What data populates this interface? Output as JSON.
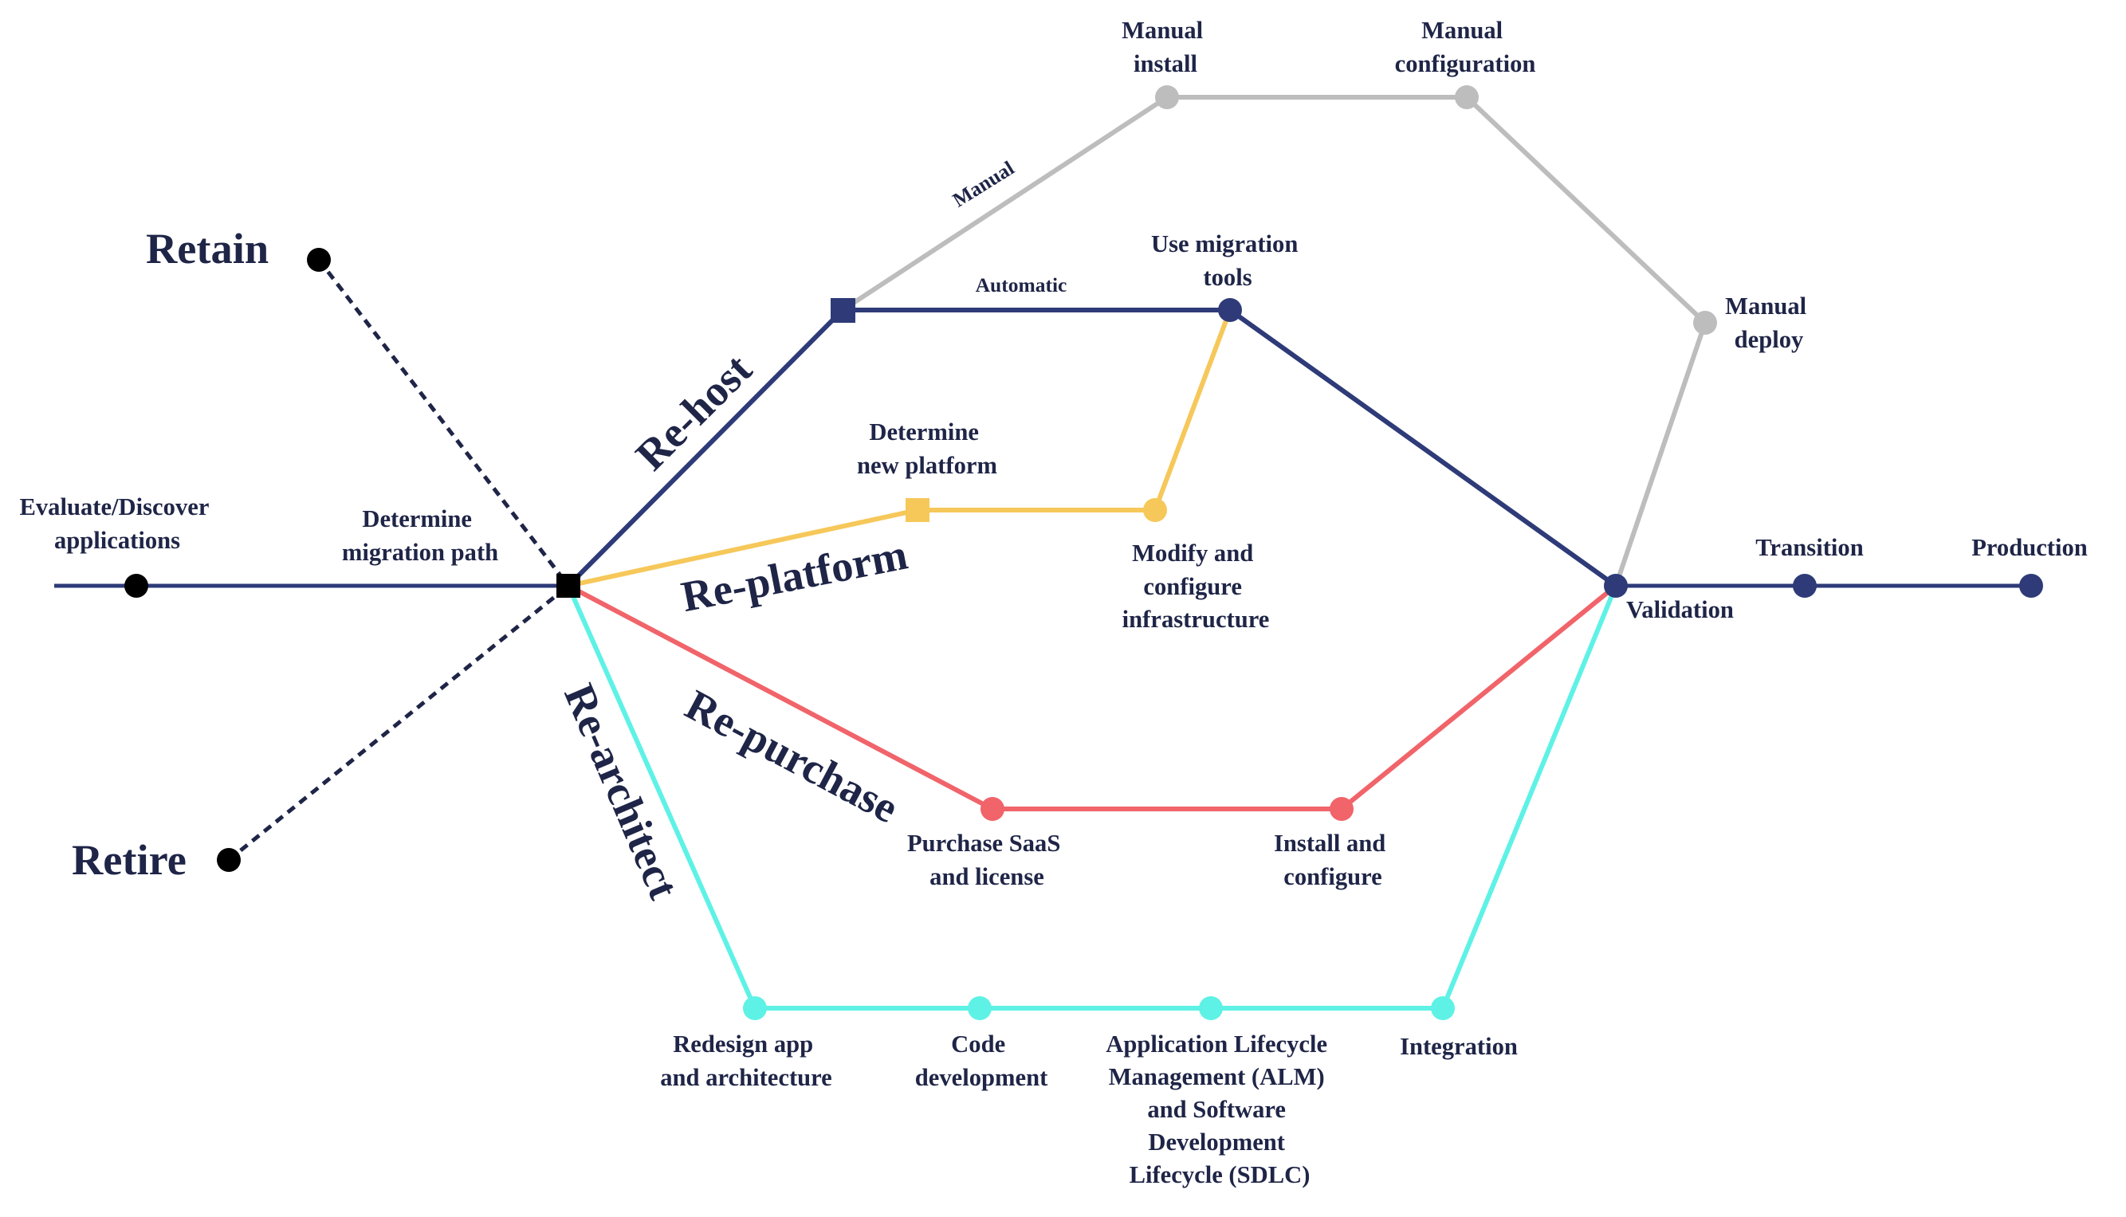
{
  "colors": {
    "main": "#2E3B78",
    "manual": "#BDBDBD",
    "replatform": "#F6C85A",
    "repurchase": "#F0646A",
    "rearchitect": "#5EF2E6",
    "node_black": "#000000",
    "text": "#1F2547"
  },
  "labels": {
    "evaluate": [
      "Evaluate/Discover",
      "applications"
    ],
    "determine_path": [
      "Determine",
      "migration path"
    ],
    "retain": "Retain",
    "retire": "Retire",
    "rehost": "Re-host",
    "replatform": "Re-platform",
    "repurchase": "Re-purchase",
    "rearchitect": "Re-architect",
    "manual": "Manual",
    "automatic": "Automatic",
    "manual_install": [
      "Manual",
      "install"
    ],
    "manual_configuration": [
      "Manual",
      "configuration"
    ],
    "manual_deploy": [
      "Manual",
      "deploy"
    ],
    "use_migration_tools": [
      "Use migration",
      "tools"
    ],
    "determine_new_platform": [
      "Determine",
      "new platform"
    ],
    "modify_configure": [
      "Modify and",
      "configure",
      "infrastructure"
    ],
    "validation": "Validation",
    "transition": "Transition",
    "production": "Production",
    "purchase_saas": [
      "Purchase SaaS",
      "and license"
    ],
    "install_configure": [
      "Install and",
      "configure"
    ],
    "redesign": [
      "Redesign app",
      "and architecture"
    ],
    "code_dev": [
      "Code",
      "development"
    ],
    "alm": [
      "Application Lifecycle",
      "Management (ALM)",
      "and Software",
      "Development",
      "Lifecycle (SDLC)"
    ],
    "integration": "Integration"
  }
}
